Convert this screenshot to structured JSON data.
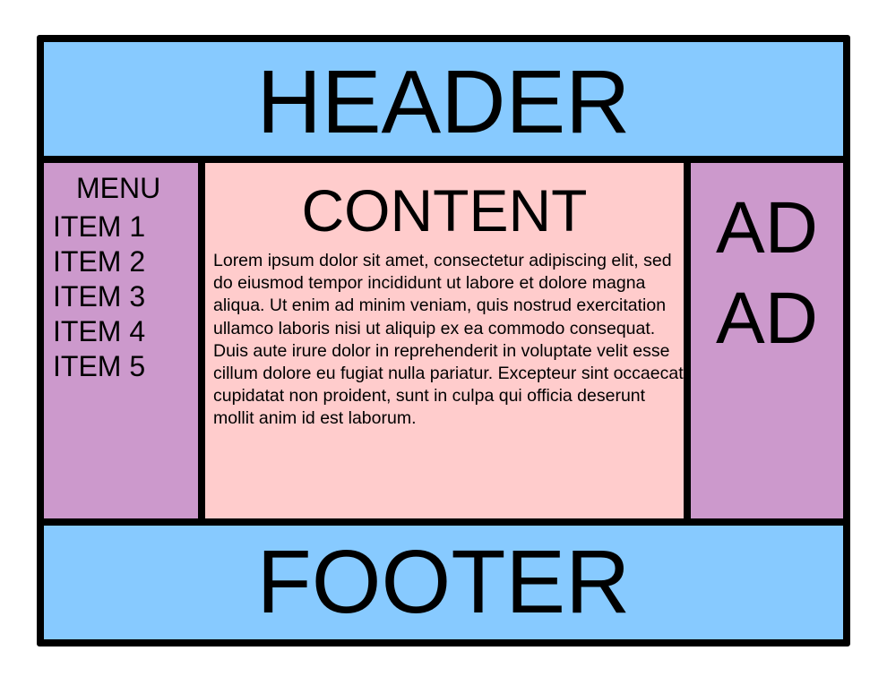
{
  "colors": {
    "header_footer": "#87CAFF",
    "sidebar_ad": "#CC99CC",
    "content": "#FFCCCC",
    "border": "#000000"
  },
  "header": {
    "title": "HEADER"
  },
  "sidebar": {
    "heading": "MENU",
    "items": [
      {
        "label": "ITEM 1"
      },
      {
        "label": "ITEM 2"
      },
      {
        "label": "ITEM 3"
      },
      {
        "label": "ITEM 4"
      },
      {
        "label": "ITEM 5"
      }
    ]
  },
  "content": {
    "title": "CONTENT",
    "body": "Lorem ipsum dolor sit amet, consectetur adipiscing elit, sed do eiusmod tempor incididunt ut labore et dolore magna aliqua. Ut enim ad minim veniam, quis nostrud exercitation ullamco laboris nisi ut aliquip ex ea commodo consequat. Duis aute irure dolor in reprehenderit in voluptate velit esse cillum dolore eu fugiat nulla pariatur. Excepteur sint occaecat cupidatat non proident, sunt in culpa qui officia deserunt mollit anim id est laborum."
  },
  "ad": {
    "lines": [
      "AD",
      "AD"
    ]
  },
  "footer": {
    "title": "FOOTER"
  }
}
